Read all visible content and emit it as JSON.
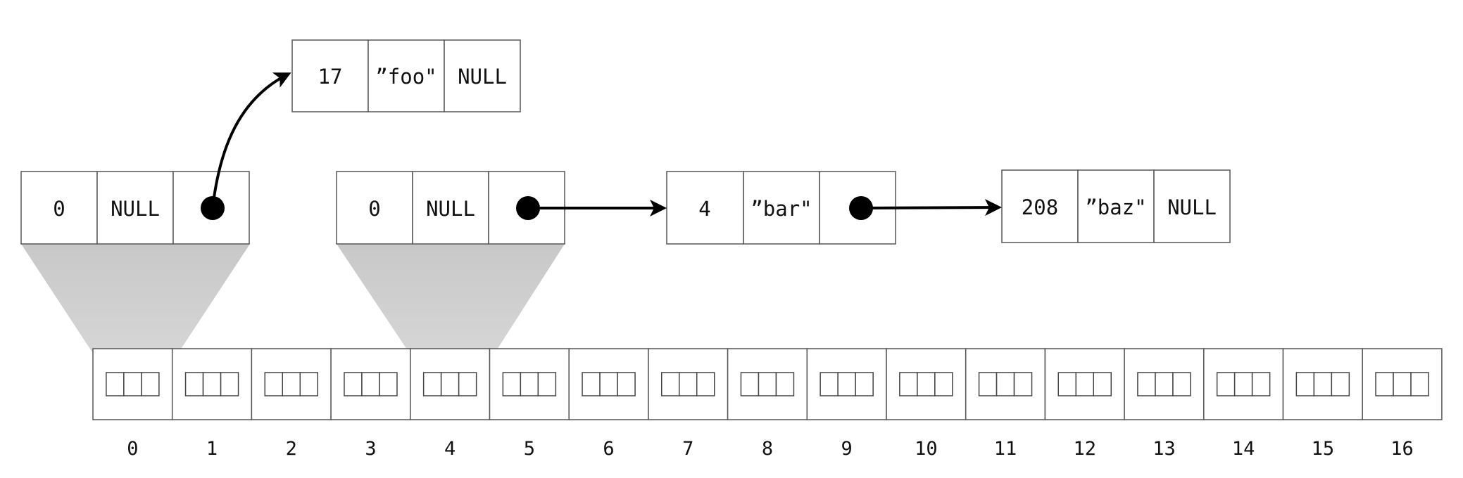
{
  "colors": {
    "background": "#ffffff",
    "stroke": "#555555",
    "pointer": "#000000",
    "projection": "#c8c8c8"
  },
  "buckets": [
    "0",
    "1",
    "2",
    "3",
    "4",
    "5",
    "6",
    "7",
    "8",
    "9",
    "10",
    "11",
    "12",
    "13",
    "14",
    "15",
    "16"
  ],
  "node_bucket0": {
    "hash": "0",
    "key": "NULL",
    "next": "pointer-dot"
  },
  "node_foo": {
    "hash": "17",
    "key": "”foo\"",
    "next": "NULL"
  },
  "node_bucket4": {
    "hash": "0",
    "key": "NULL",
    "next": "pointer-dot"
  },
  "node_bar": {
    "hash": "4",
    "key": "”bar\"",
    "next": "pointer-dot"
  },
  "node_baz": {
    "hash": "208",
    "key": "”baz\"",
    "next": "NULL"
  },
  "links": [
    {
      "from": "node_bucket0",
      "to": "node_foo"
    },
    {
      "from": "node_bucket4",
      "to": "node_bar"
    },
    {
      "from": "node_bar",
      "to": "node_baz"
    }
  ],
  "expanded_buckets": [
    "0",
    "4"
  ]
}
